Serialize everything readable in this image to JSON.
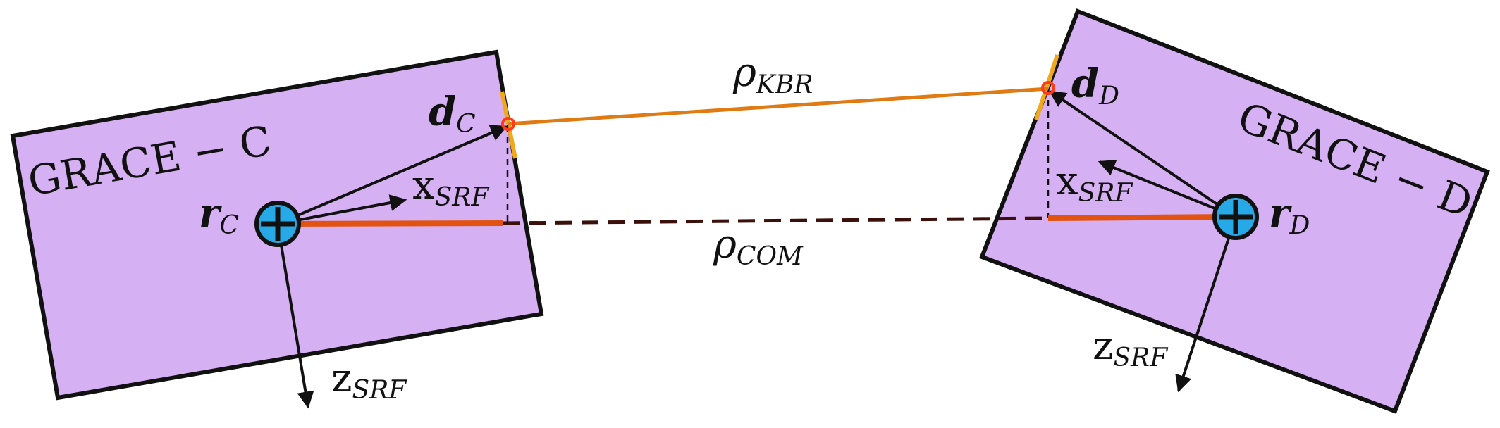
{
  "colors": {
    "satellite_fill": "#d5b0f2",
    "outline": "#111111",
    "kbr_link": "#e07a12",
    "offset_bar": "#e25312",
    "com_dash": "#3b0f0a",
    "antenna_tick": "#f0a81c",
    "com_marker": "#27a9e8",
    "phase_center": "#ff3b1a"
  },
  "satellite_c": {
    "name": "GRACE − C",
    "position_label": "r",
    "position_sub": "C",
    "antenna_label": "d",
    "antenna_sub": "C",
    "x_axis_label": "x",
    "x_axis_sub": "SRF",
    "z_axis_label": "z",
    "z_axis_sub": "SRF",
    "com_icon": "crosshair-plus-icon"
  },
  "satellite_d": {
    "name": "GRACE − D",
    "position_label": "r",
    "position_sub": "D",
    "antenna_label": "d",
    "antenna_sub": "D",
    "x_axis_label": "x",
    "x_axis_sub": "SRF",
    "z_axis_label": "z",
    "z_axis_sub": "SRF",
    "com_icon": "crosshair-plus-icon"
  },
  "links": {
    "kbr_symbol": "ρ",
    "kbr_sub": "KBR",
    "com_symbol": "ρ",
    "com_sub": "COM"
  }
}
